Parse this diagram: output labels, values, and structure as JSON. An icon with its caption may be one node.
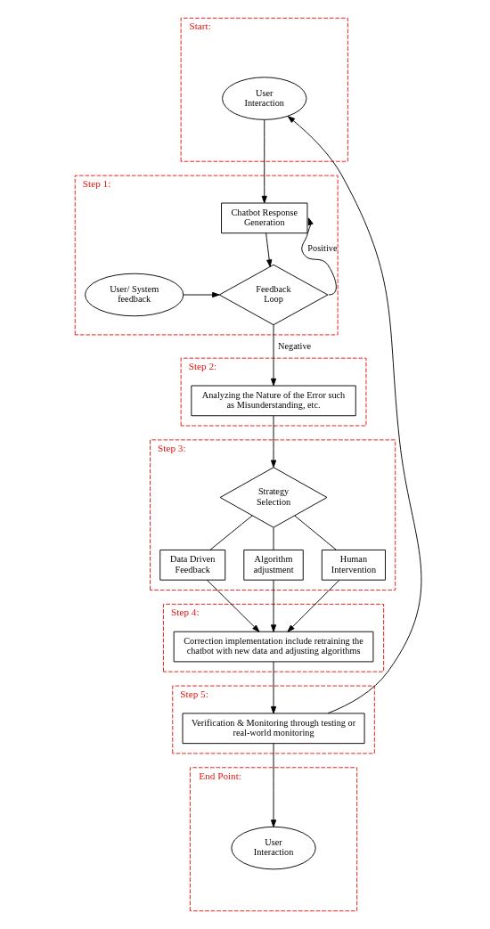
{
  "diagram": {
    "nodes": [
      {
        "text": [
          "Start:"
        ]
      },
      {
        "text": [
          "User Interaction"
        ],
        "in": 0
      },
      {
        "text": [
          "Step 1:"
        ]
      },
      {
        "text": [
          "Chatbot Response Generation"
        ],
        "in": 2
      },
      {
        "text": [
          "Feedback Loop"
        ],
        "in": 2
      },
      {
        "text": [
          "User/ System feedback"
        ],
        "in": 2
      },
      {
        "text": [
          "Step 2:"
        ]
      },
      {
        "text": [
          "Analyzing the Nature of the Error such as Misunderstanding, etc."
        ],
        "in": 6
      },
      {
        "text": [
          "Step 3:"
        ]
      },
      {
        "text": [
          "Strategy Selection"
        ],
        "in": 8
      },
      {
        "text": [
          "Data Driven Feedback"
        ],
        "in": 8
      },
      {
        "text": [
          "Algorithm adjustment"
        ],
        "in": 8
      },
      {
        "text": [
          "Human Intervention"
        ],
        "in": 8
      },
      {
        "text": [
          "Step 4:"
        ]
      },
      {
        "text": [
          "Correction implementation include retraining the chatbot with new data and adjusting algorithms"
        ],
        "in": 13
      },
      {
        "text": [
          "Step 5:"
        ]
      },
      {
        "text": [
          "Verification & Monitoring through testing or real-world monitoring"
        ],
        "in": 15
      },
      {
        "text": [
          "End Point:"
        ]
      },
      {
        "text": [
          "User Interaction"
        ],
        "in": 17
      }
    ],
    "edges": [
      {
        "from": 1,
        "to": 3,
        "arrow": "to"
      },
      {
        "from": 3,
        "to": 4,
        "arrow": "to"
      },
      {
        "from": 5,
        "to": 4,
        "arrow": "to"
      },
      {
        "from": 4,
        "to": 3,
        "arrow": "to",
        "label": "Positive"
      },
      {
        "from": 4,
        "to": 7,
        "arrow": "to",
        "label": "Negative"
      },
      {
        "from": 7,
        "to": 9,
        "arrow": "to"
      },
      {
        "from": 9,
        "to": 10,
        "arrow": "none"
      },
      {
        "from": 9,
        "to": 11,
        "arrow": "none"
      },
      {
        "from": 9,
        "to": 12,
        "arrow": "none"
      },
      {
        "from": 10,
        "to": 14,
        "arrow": "to"
      },
      {
        "from": 11,
        "to": 14,
        "arrow": "to"
      },
      {
        "from": 12,
        "to": 14,
        "arrow": "to"
      },
      {
        "from": 14,
        "to": 16,
        "arrow": "to"
      },
      {
        "from": 16,
        "to": 18,
        "arrow": "to"
      },
      {
        "from": 16,
        "to": 1,
        "arrow": "to"
      }
    ]
  }
}
